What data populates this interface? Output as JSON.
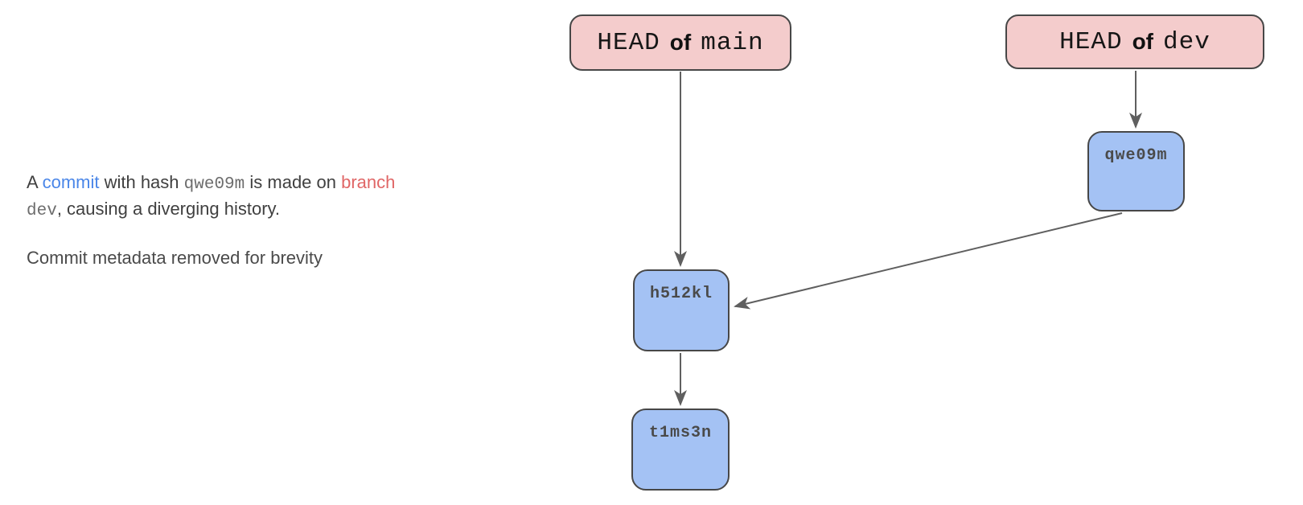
{
  "caption": {
    "line1": {
      "t1": "A ",
      "commit_word": "commit",
      "t2": " with hash ",
      "hash": "qwe09m",
      "t3": " is made on ",
      "branch_word": "branch"
    },
    "line2": {
      "branch_name": "dev",
      "t4": ", causing a diverging history."
    },
    "note": "Commit metadata removed for brevity"
  },
  "heads": {
    "main": {
      "head": "HEAD",
      "of": "of",
      "branch": "main"
    },
    "dev": {
      "head": "HEAD",
      "of": "of",
      "branch": "dev"
    }
  },
  "commits": [
    {
      "hash": "qwe09m"
    },
    {
      "hash": "h512kl"
    },
    {
      "hash": "t1ms3n"
    }
  ],
  "colors": {
    "head_node_fill": "#f4cccc",
    "commit_node_fill": "#a4c2f4",
    "node_border": "#474747",
    "edge": "#5f5f5f",
    "body_text": "#404040",
    "inline_mono_text": "#6d6d6d",
    "commit_word_blue": "#4a86e8",
    "branch_word_red": "#e06666",
    "hash_text": "#4a4a4a"
  }
}
